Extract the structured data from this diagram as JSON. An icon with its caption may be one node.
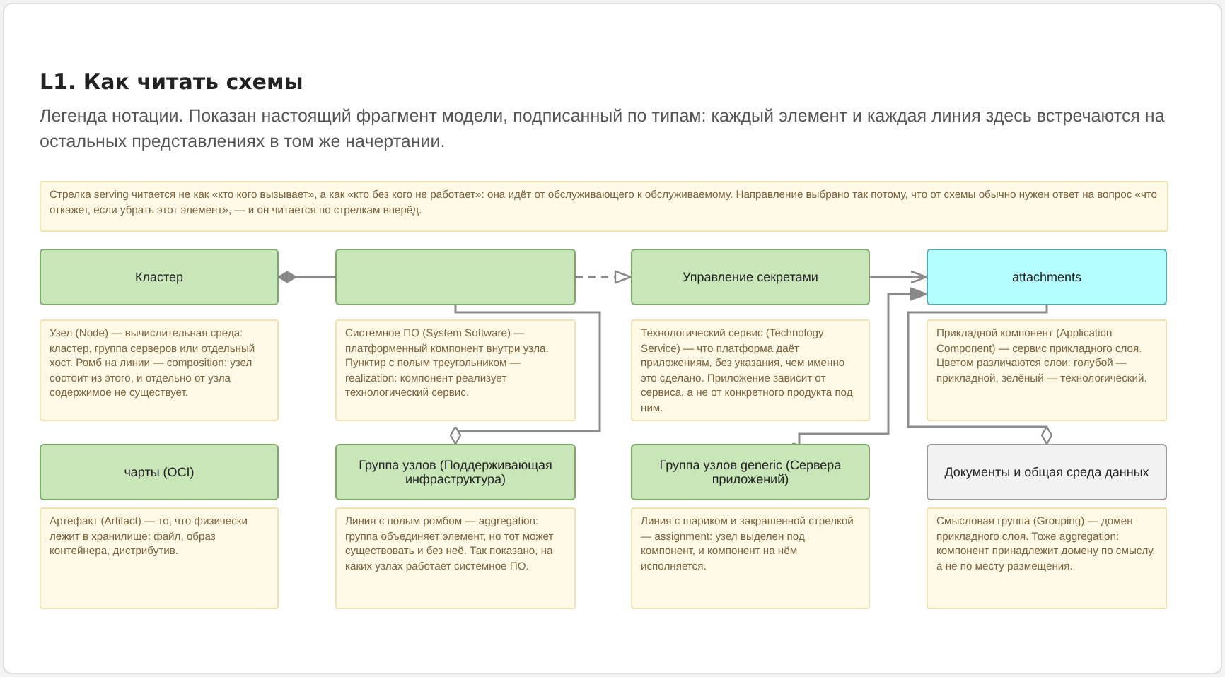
{
  "diagram": {
    "title": "L1. Как читать схемы",
    "caption": "Легенда нотации. Показан настоящий фрагмент модели, подписанный по типам: каждый элемент и каждая линия здесь встречаются на остальных представлениях в том же начертании.",
    "nodes": [
      {
        "text": [
          "Стрелка serving читается не как «кто кого вызывает», а как «кто без кого не работает»: она идёт от обслуживающего к обслуживаемому. Направление выбрано так потому, что от схемы обычно нужен ответ на вопрос «что откажет, если убрать этот элемент», — и он читается по стрелкам вперёд."
        ]
      },
      {
        "text": [
          "Кластер"
        ]
      },
      {
        "text": [],
        "shape": "box"
      },
      {
        "text": [
          "Управление секретами"
        ]
      },
      {
        "text": [
          "attachments"
        ]
      },
      {
        "text": [
          "Узел (Node) — вычислительная среда: кластер, группа серверов или отдельный хост. Ромб на линии — composition: узел состоит из этого, и отдельно от узла содержимое не существует."
        ]
      },
      {
        "text": [
          "Системное ПО (System Software) — платформенный компонент внутри узла. Пунктир с полым треугольником — realization: компонент реализует технологический сервис."
        ]
      },
      {
        "text": [
          "Технологический сервис (Technology Service) — что платформа даёт приложениям, без указания, чем именно это сделано. Приложение зависит от сервиса, а не от конкретного продукта под ним."
        ]
      },
      {
        "text": [
          "Прикладной компонент (Application Component) — сервис прикладного слоя. Цветом различаются слои: голубой — прикладной, зелёный — технологический."
        ]
      },
      {
        "text": [
          "чарты (OCI)"
        ]
      },
      {
        "text": [
          "Группа узлов (Поддерживающая инфраструктура)"
        ]
      },
      {
        "text": [
          "Группа узлов generic (Сервера приложений)"
        ]
      },
      {
        "text": [
          "Документы и общая среда данных"
        ]
      },
      {
        "text": [
          "Артефакт (Artifact) — то, что физически лежит в хранилище: файл, образ контейнера, дистрибутив."
        ]
      },
      {
        "text": [
          "Линия с полым ромбом — aggregation: группа объединяет элемент, но тот может существовать и без неё. Так показано, на каких узлах работает системное ПО."
        ]
      },
      {
        "text": [
          "Линия с шариком и закрашенной стрелкой — assignment: узел выделен под компонент, и компонент на нём исполняется."
        ]
      },
      {
        "text": [
          "Смысловая группа (Grouping) — домен прикладного слоя. Тоже aggregation: компонент принадлежит домену по смыслу, а не по месту размещения."
        ]
      }
    ],
    "edges": [
      {
        "from": 1,
        "to": 2,
        "arrow": "other"
      },
      {
        "from": 2,
        "to": 3,
        "arrow": "to",
        "style": "dashed"
      },
      {
        "from": 3,
        "to": 4,
        "arrow": "to"
      },
      {
        "from": 10,
        "to": 2,
        "arrow": "other"
      },
      {
        "from": 11,
        "to": 4,
        "arrow": "to"
      },
      {
        "from": 12,
        "to": 4,
        "arrow": "other"
      }
    ]
  }
}
